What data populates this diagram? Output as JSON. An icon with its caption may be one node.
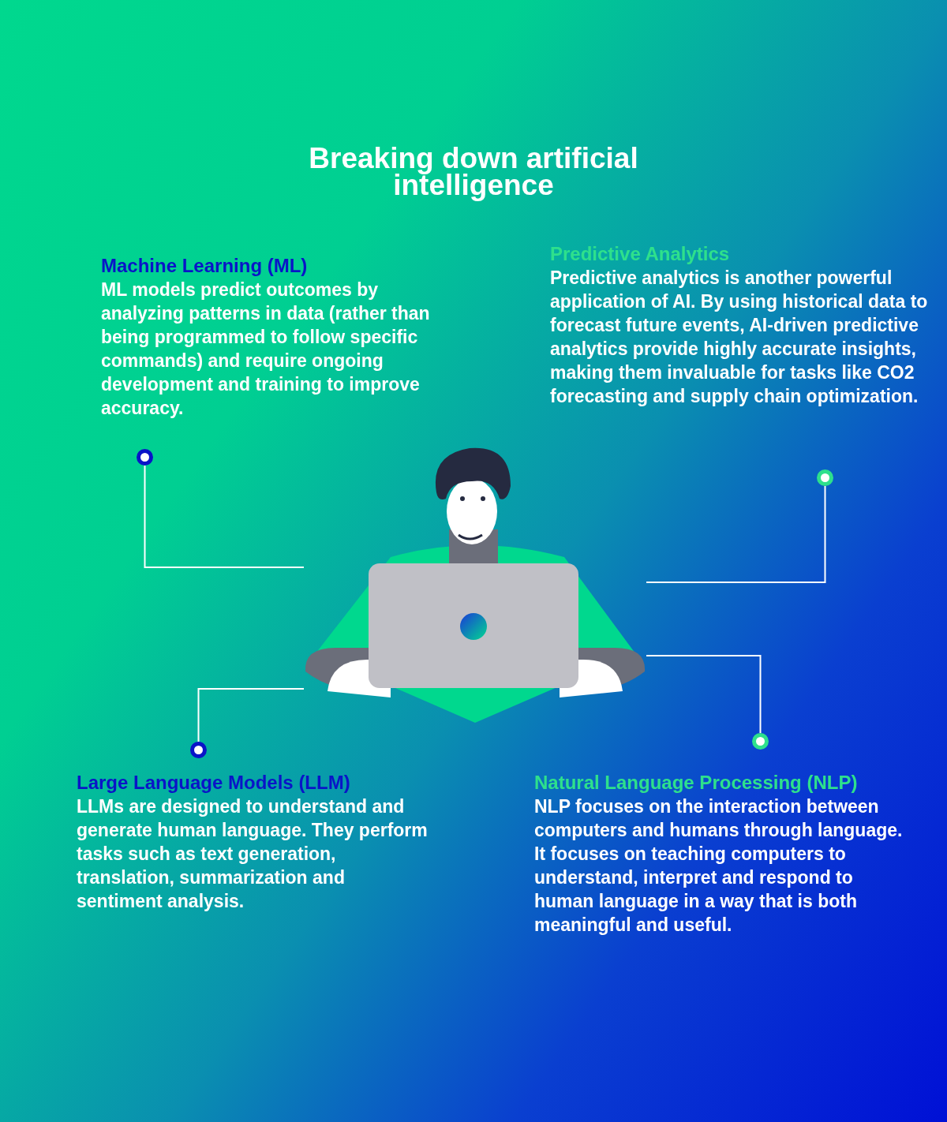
{
  "diagram": {
    "title": "Breaking down artificial intelligence",
    "nodes": [
      {
        "text": [
          "Machine Learning (ML)",
          "ML models predict outcomes by analyzing patterns in data (rather than being programmed to follow specific commands) and require ongoing development and training to improve accuracy."
        ]
      },
      {
        "text": [
          "Predictive Analytics",
          "Predictive analytics is another powerful application of AI. By using historical data to forecast future events, AI-driven predictive analytics provide highly accurate insights, making them invaluable for tasks like CO2 forecasting and supply chain optimization."
        ]
      },
      {
        "text": [],
        "shape": "circle"
      },
      {
        "text": [],
        "shape": "circle"
      },
      {
        "text": [],
        "shape": "picture"
      },
      {
        "text": [],
        "shape": "circle"
      },
      {
        "text": [],
        "shape": "circle"
      },
      {
        "text": [
          "Large Language Models (LLM)",
          "LLMs are designed to understand and generate human language. They perform tasks such as text generation, translation, summarization and sentiment analysis."
        ]
      },
      {
        "text": [
          "Natural Language Processing (NLP)",
          "NLP focuses on the interaction between computers and humans through language. It focuses on teaching computers to understand, interpret and respond to human language in a way that is both meaningful and useful."
        ]
      }
    ],
    "edges": [
      {
        "from": 2,
        "to": 4,
        "arrow": "none"
      },
      {
        "from": 3,
        "to": 4,
        "arrow": "none"
      },
      {
        "from": 5,
        "to": 4,
        "arrow": "none"
      },
      {
        "from": 6,
        "to": 4,
        "arrow": "none"
      }
    ]
  }
}
